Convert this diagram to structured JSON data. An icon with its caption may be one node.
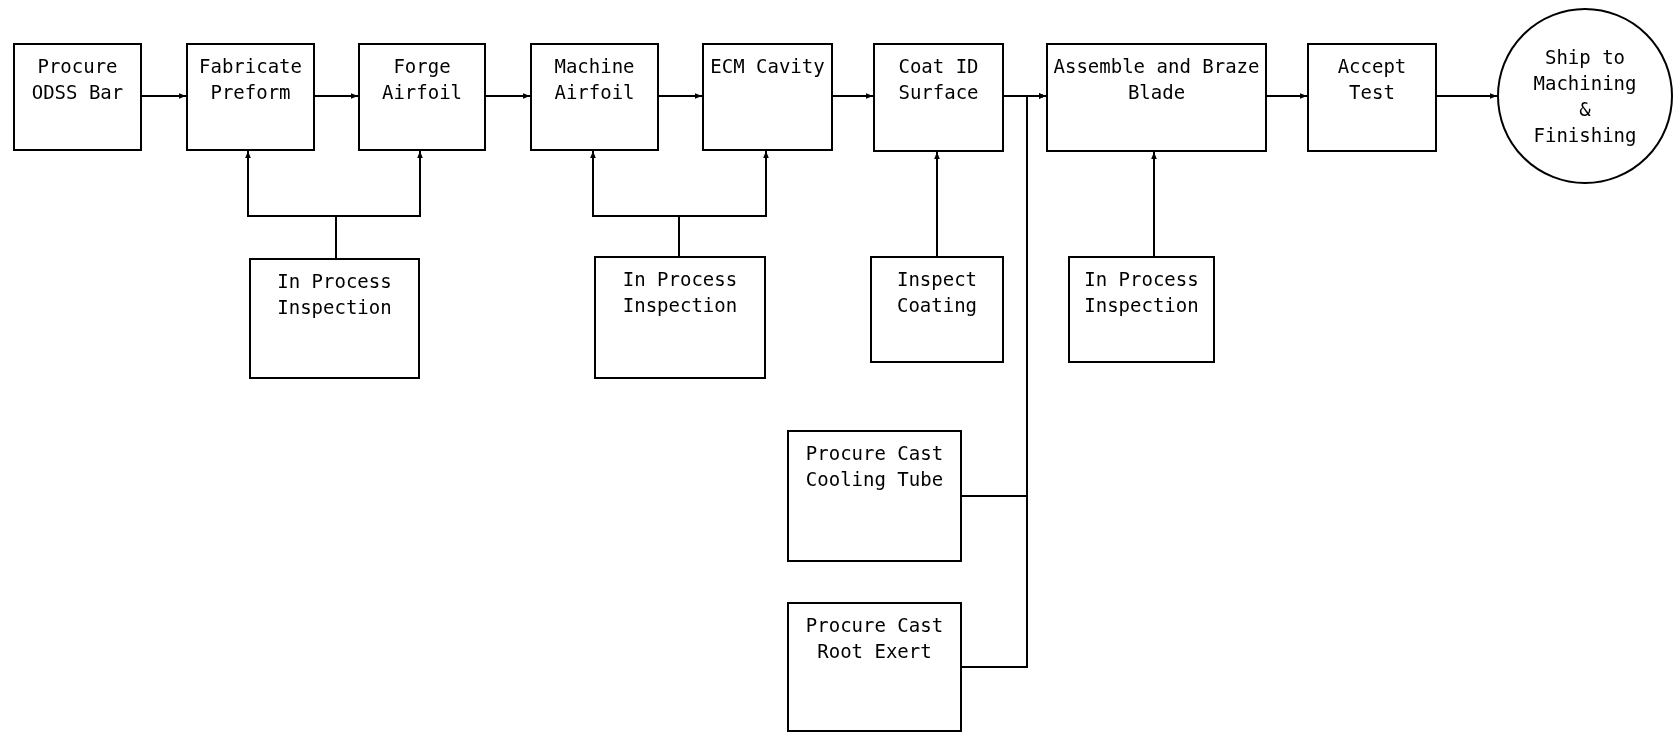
{
  "diagram": {
    "nodes": [
      {
        "text": [
          "Procure ODSS Bar"
        ]
      },
      {
        "text": [
          "Fabricate Preform"
        ]
      },
      {
        "text": [
          "Forge Airfoil"
        ]
      },
      {
        "text": [
          "Machine Airfoil"
        ]
      },
      {
        "text": [
          "ECM Cavity"
        ]
      },
      {
        "text": [
          "Coat ID Surface"
        ]
      },
      {
        "text": [
          "Assemble and Braze Blade"
        ]
      },
      {
        "text": [
          "Accept Test"
        ]
      },
      {
        "text": [
          "Ship to Machining & Finishing"
        ]
      },
      {
        "text": [
          "In Process Inspection"
        ]
      },
      {
        "text": [
          "In Process Inspection"
        ]
      },
      {
        "text": [
          "Inspect Coating"
        ]
      },
      {
        "text": [
          "In Process Inspection"
        ]
      },
      {
        "text": [
          "Procure Cast Cooling Tube"
        ]
      },
      {
        "text": [
          "Procure Cast Root Exert"
        ]
      }
    ],
    "edges": [
      {
        "from": 0,
        "to": 1,
        "arrow": "to"
      },
      {
        "from": 1,
        "to": 2,
        "arrow": "to"
      },
      {
        "from": 2,
        "to": 3,
        "arrow": "to"
      },
      {
        "from": 3,
        "to": 4,
        "arrow": "to"
      },
      {
        "from": 4,
        "to": 5,
        "arrow": "to"
      },
      {
        "from": 5,
        "to": 6,
        "arrow": "to"
      },
      {
        "from": 6,
        "to": 7,
        "arrow": "to"
      },
      {
        "from": 7,
        "to": 8,
        "arrow": "to"
      },
      {
        "from": 9,
        "to": 1,
        "arrow": "to"
      },
      {
        "from": 9,
        "to": 2,
        "arrow": "to"
      },
      {
        "from": 10,
        "to": 3,
        "arrow": "to"
      },
      {
        "from": 10,
        "to": 4,
        "arrow": "to"
      },
      {
        "from": 11,
        "to": 5,
        "arrow": "to"
      },
      {
        "from": 12,
        "to": 6,
        "arrow": "to"
      },
      {
        "from": 13,
        "to": 6,
        "arrow": "to"
      },
      {
        "from": 14,
        "to": 6,
        "arrow": "to"
      }
    ]
  }
}
